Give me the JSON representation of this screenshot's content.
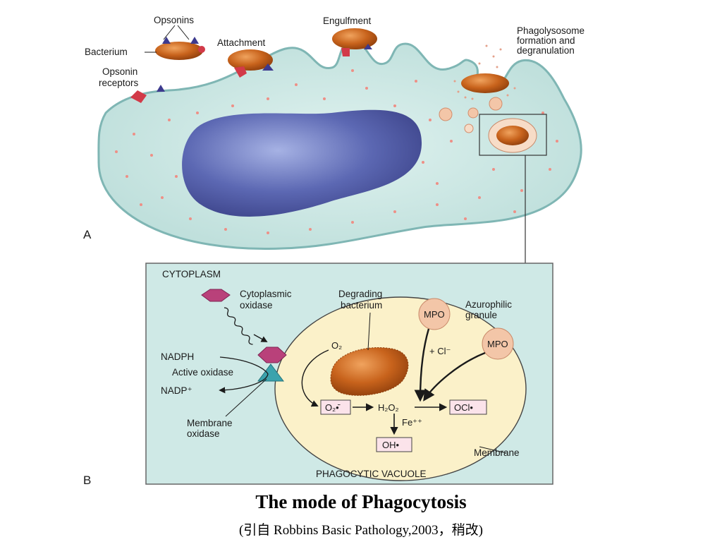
{
  "panel_a": {
    "letter": "A",
    "labels": {
      "opsonins": "Opsonins",
      "bacterium": "Bacterium",
      "opsonin_receptors_1": "Opsonin",
      "opsonin_receptors_2": "receptors",
      "attachment": "Attachment",
      "engulfment": "Engulfment",
      "phagolysosome_1": "Phagolysosome",
      "phagolysosome_2": "formation and",
      "phagolysosome_3": "degranulation"
    }
  },
  "panel_b": {
    "letter": "B",
    "labels": {
      "cytoplasm": "CYTOPLASM",
      "cytoplasmic_oxidase_1": "Cytoplasmic",
      "cytoplasmic_oxidase_2": "oxidase",
      "degrading_bacterium_1": "Degrading",
      "degrading_bacterium_2": "bacterium",
      "azurophilic_1": "Azurophilic",
      "azurophilic_2": "granule",
      "mpo": "MPO",
      "nadph": "NADPH",
      "active_oxidase": "Active oxidase",
      "nadp": "NADP⁺",
      "membrane_oxidase_1": "Membrane",
      "membrane_oxidase_2": "oxidase",
      "o2": "O₂",
      "cl": "+ Cl⁻",
      "superoxide": "O₂•̄",
      "h2o2": "H₂O₂",
      "ocl": "OCl•",
      "fe": "Fe⁺⁺",
      "oh": "OH•",
      "membrane": "Membrane",
      "phagocytic_vacuole": "PHAGOCYTIC VACUOLE"
    }
  },
  "caption": {
    "title": "The mode of Phagocytosis",
    "subtitle": "(引自 Robbins Basic Pathology,2003，稍改)"
  },
  "colors": {
    "cell_fill": "#cfe9e6",
    "cell_edge": "#7fb6b4",
    "nucleus": "#5c68b3",
    "bacterium": "#c8631c",
    "receptor_red": "#d23a48",
    "opsonin_blue": "#3d3a8e",
    "granule_pink": "#f0a59a",
    "panel_b_bg": "#cfe9e6",
    "vacuole": "#fbf1c9",
    "hexagon": "#b9417a",
    "triangle": "#3ba3ad",
    "mpo": "#f3c6a8",
    "product_box": "#fbe3ea"
  }
}
